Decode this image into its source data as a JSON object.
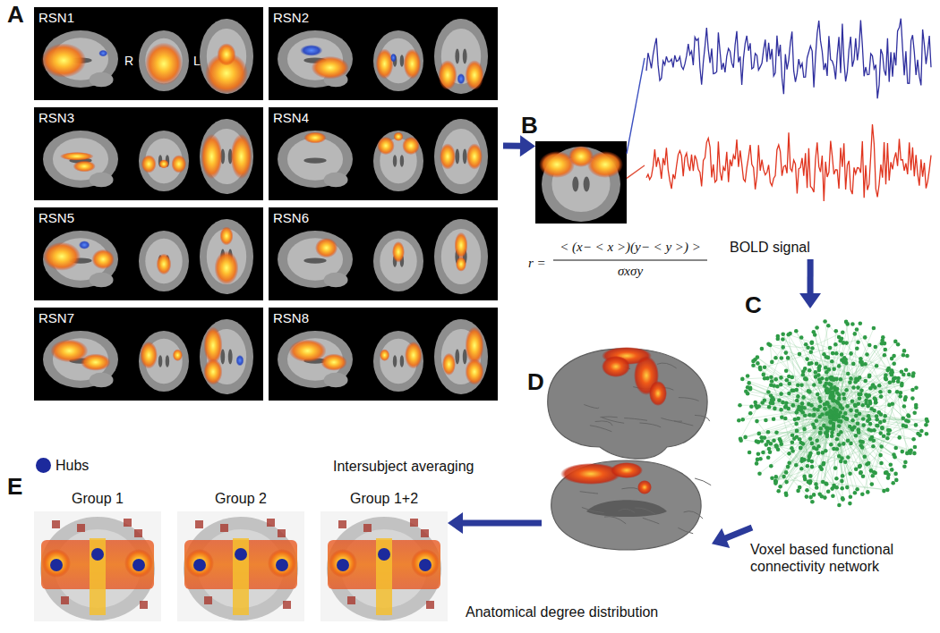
{
  "diagram": {
    "nodes": [
      {
        "text": [
          "A"
        ]
      },
      {
        "text": [
          "RSN1",
          "R",
          "L"
        ],
        "in": 0
      },
      {
        "text": [
          "RSN2"
        ],
        "in": 0
      },
      {
        "text": [
          "RSN3"
        ],
        "in": 0
      },
      {
        "text": [
          "RSN4"
        ],
        "in": 0
      },
      {
        "text": [
          "RSN5"
        ],
        "in": 0
      },
      {
        "text": [
          "RSN6"
        ],
        "in": 0
      },
      {
        "text": [
          "RSN7"
        ],
        "in": 0
      },
      {
        "text": [
          "RSN8"
        ],
        "in": 0
      },
      {
        "text": [
          "B"
        ]
      },
      {
        "text": [
          "BOLD signal"
        ]
      },
      {
        "text": [
          "C",
          "Voxel based functional connectivity network"
        ]
      },
      {
        "text": [
          "D",
          "Anatomical degree distribution"
        ]
      },
      {
        "text": [
          "Group 1"
        ]
      },
      {
        "text": [
          "Group 2"
        ]
      },
      {
        "text": [
          "Group 1+2"
        ]
      }
    ],
    "edges": [
      {
        "from": 0,
        "to": 9,
        "arrow": "to"
      },
      {
        "from": 9,
        "to": 10,
        "arrow": "none"
      },
      {
        "from": 9,
        "to": 10,
        "arrow": "none"
      },
      {
        "from": 10,
        "to": 11,
        "arrow": "to"
      },
      {
        "from": 11,
        "to": 12,
        "arrow": "to"
      },
      {
        "from": 12,
        "to": 15,
        "arrow": "to"
      }
    ],
    "labels": [
      "E",
      "Intersubject averaging",
      "r =",
      "< (x− < x >)(y− < y >) >",
      "σxσy"
    ],
    "legend": [
      {
        "text": "Hubs",
        "color": "#1c2a9c"
      }
    ]
  }
}
